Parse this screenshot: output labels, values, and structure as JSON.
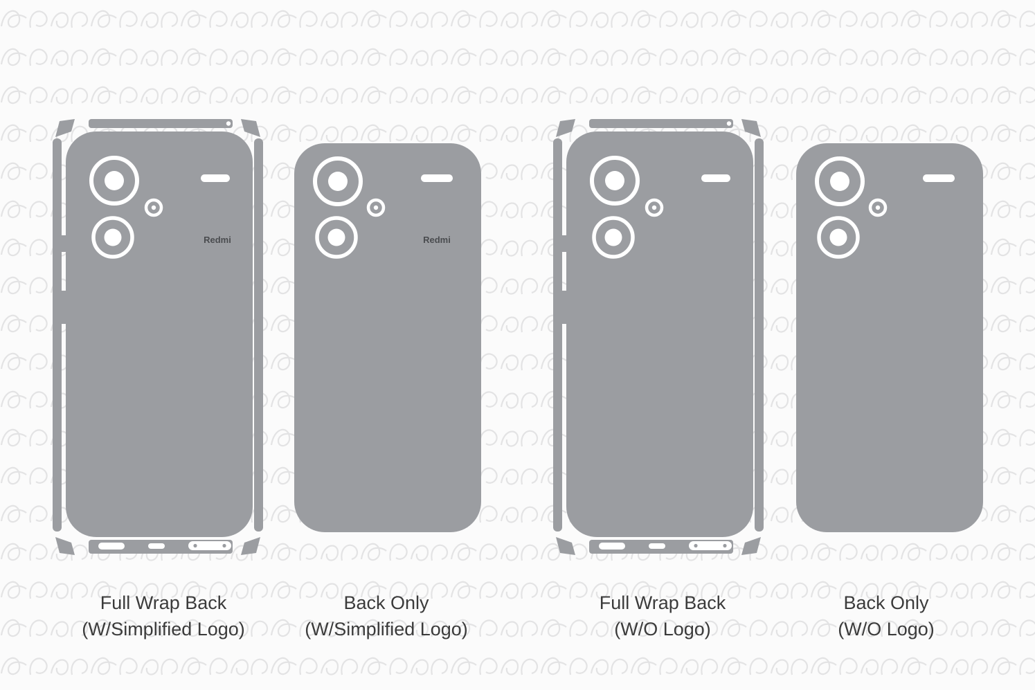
{
  "colors": {
    "phone_fill": "#9B9DA1",
    "cutout": "#FFFFFF",
    "logo_text": "#4A4C4F",
    "label_text": "#3B3B3B",
    "watermark_stroke": "#E3E3E4",
    "background": "#FBFBFB"
  },
  "watermark": {
    "pattern_name": "vecras-squiggle-pattern"
  },
  "templates": [
    {
      "variant": "full-wrap",
      "label_line1": "Full Wrap Back",
      "label_line2": "(W/Simplified Logo)",
      "logo": "Redmi"
    },
    {
      "variant": "back-only",
      "label_line1": "Back Only",
      "label_line2": "(W/Simplified Logo)",
      "logo": "Redmi"
    },
    {
      "variant": "full-wrap",
      "label_line1": "Full Wrap Back",
      "label_line2": "(W/O Logo)",
      "logo": ""
    },
    {
      "variant": "back-only",
      "label_line1": "Back Only",
      "label_line2": "(W/O Logo)",
      "logo": ""
    }
  ]
}
